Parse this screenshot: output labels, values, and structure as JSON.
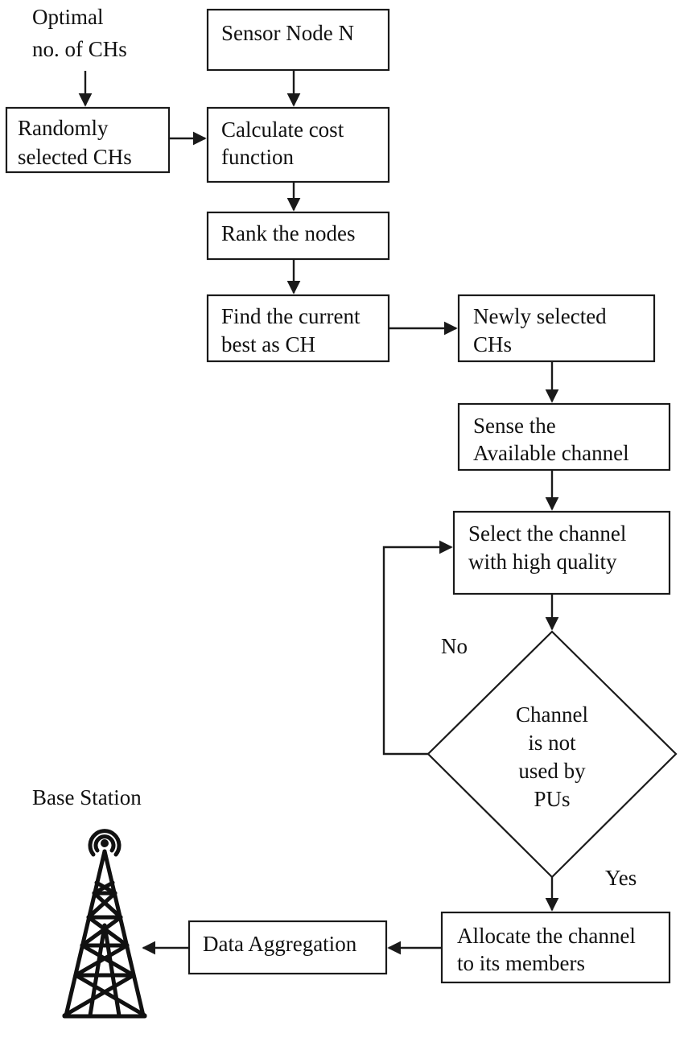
{
  "diagram": {
    "optimal_label": {
      "line1": "Optimal",
      "line2": "no. of CHs"
    },
    "sensor_node": "Sensor Node N",
    "random_chs": {
      "line1": "Randomly",
      "line2": "selected CHs"
    },
    "cost_function": {
      "line1": "Calculate cost",
      "line2": "function"
    },
    "rank_nodes": "Rank the nodes",
    "find_best": {
      "line1": "Find the current",
      "line2": "best as CH"
    },
    "newly_selected": {
      "line1": "Newly selected",
      "line2": "CHs"
    },
    "sense_channel": {
      "line1": "Sense the",
      "line2": "Available channel"
    },
    "select_channel": {
      "line1": "Select the channel",
      "line2": "with high quality"
    },
    "decision": {
      "line1": "Channel",
      "line2": "is not",
      "line3": "used by",
      "line4": "PUs"
    },
    "no_label": "No",
    "yes_label": "Yes",
    "allocate_channel": {
      "line1": "Allocate the channel",
      "line2": "to its members"
    },
    "data_aggregation": "Data Aggregation",
    "base_station": "Base Station",
    "icons": [
      "cell-tower-icon",
      "arrow-head"
    ]
  }
}
